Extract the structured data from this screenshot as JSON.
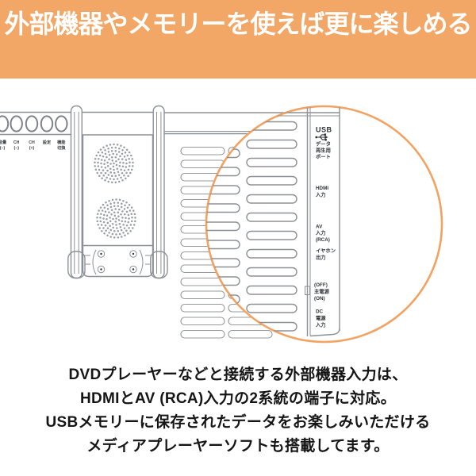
{
  "header": {
    "title": "外部機器やメモリーを使えば更に楽しめる"
  },
  "device": {
    "buttons": [
      {
        "l1": "音量",
        "l2": "(−)"
      },
      {
        "l1": "CH",
        "l2": "(−)"
      },
      {
        "l1": "CH",
        "l2": "(+)"
      },
      {
        "l1": "設定",
        "l2": ""
      },
      {
        "l1": "機能",
        "l2": "切換"
      }
    ],
    "ports": [
      {
        "name": "usb-data-port",
        "lines": [
          "USB",
          "データ",
          "再生用",
          "ポート"
        ]
      },
      {
        "name": "hdmi-input",
        "lines": [
          "HDMI",
          "入力"
        ]
      },
      {
        "name": "av-input-rca",
        "lines": [
          "AV",
          "入力",
          "(RCA)"
        ]
      },
      {
        "name": "earphone-output",
        "lines": [
          "イヤホン",
          "出力"
        ]
      },
      {
        "name": "main-power",
        "lines": [
          "(OFF)",
          "主電源",
          "(ON)"
        ]
      },
      {
        "name": "dc-power-input",
        "lines": [
          "DC",
          "電源",
          "入力"
        ]
      }
    ],
    "icons": [
      {
        "name": "usb-trident-icon"
      }
    ]
  },
  "description": {
    "lines": [
      "DVDプレーヤーなどと接続する外部機器入力は、",
      "HDMIとAV (RCA)入力の2系統の端子に対応。",
      "USBメモリーに保存されたデータをお楽しみいただける",
      "メディアプレーヤーソフトも搭載してます。"
    ]
  },
  "colors": {
    "accent_orange": "#F2A766",
    "magnifier_orange": "#F2A261",
    "line_gray": "#8D9196",
    "label_dark": "#2E3237",
    "body_text": "#151515",
    "header_text": "#FFFFFF"
  }
}
